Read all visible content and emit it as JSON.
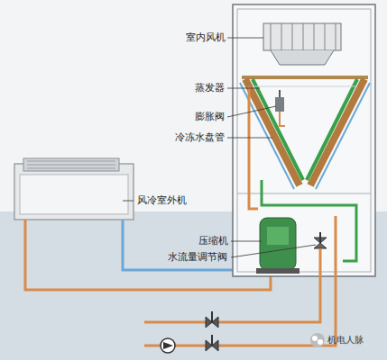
{
  "diagram": {
    "labels": [
      "室内风机",
      "蒸发器",
      "膨胀阀",
      "冷冻水盘管",
      "风冷室外机",
      "压缩机",
      "水流量调节阀",
      "机电人脉"
    ]
  }
}
